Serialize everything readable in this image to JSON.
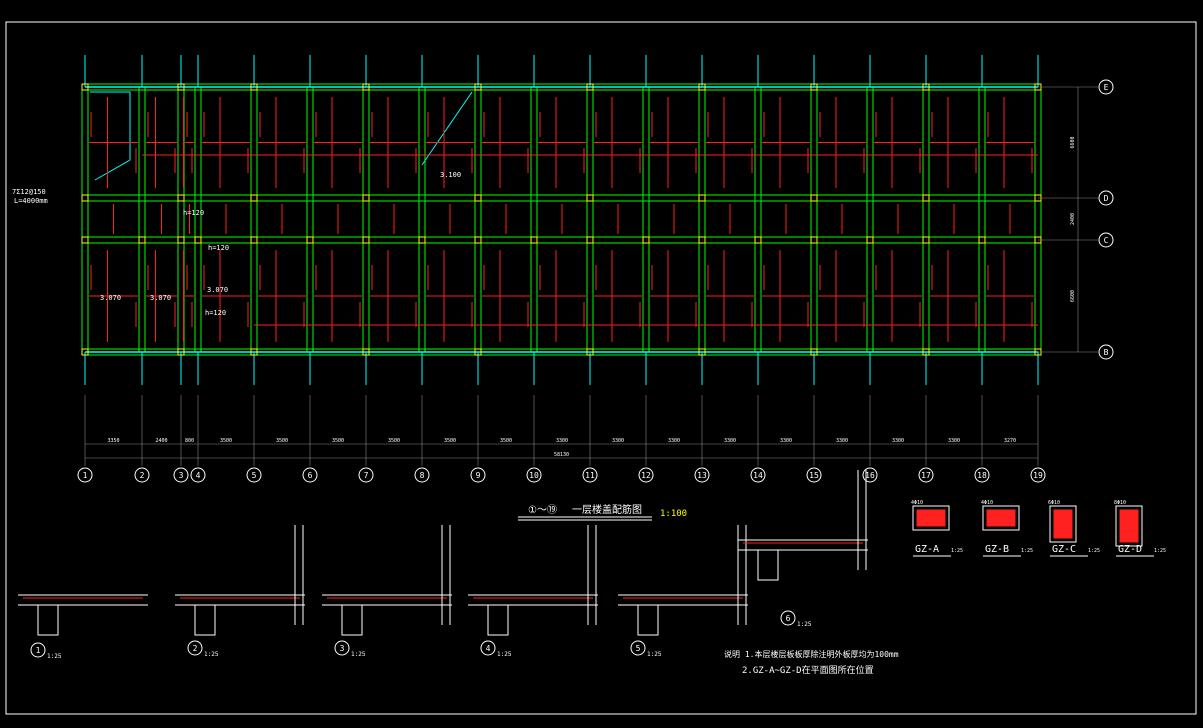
{
  "plan_title": "一层楼盖配筋图",
  "plan_title_scale": "1:100",
  "plan_title_range": "①～⑲",
  "axes_cols": [
    "1",
    "2",
    "3",
    "4",
    "5",
    "6",
    "7",
    "8",
    "9",
    "10",
    "11",
    "12",
    "13",
    "14",
    "15",
    "16",
    "17",
    "18",
    "19"
  ],
  "axes_rows": [
    "E",
    "D",
    "C",
    "B"
  ],
  "bay_dims": [
    "3350",
    "2400",
    "800",
    "3500",
    "3500",
    "3500",
    "3500",
    "3500",
    "3500",
    "3300",
    "3300",
    "3300",
    "3300",
    "3300",
    "3300",
    "3300",
    "3300",
    "3270"
  ],
  "total_dim": "58130",
  "row_dims": [
    "6600",
    "2400",
    "6600"
  ],
  "details": [
    {
      "num": "1",
      "scale": "1:25"
    },
    {
      "num": "2",
      "scale": "1:25"
    },
    {
      "num": "3",
      "scale": "1:25"
    },
    {
      "num": "4",
      "scale": "1:25"
    },
    {
      "num": "5",
      "scale": "1:25"
    },
    {
      "num": "6",
      "scale": "1:25"
    }
  ],
  "columns": [
    {
      "label": "GZ-A",
      "scale": "1:25",
      "bar": "4Φ10"
    },
    {
      "label": "GZ-B",
      "scale": "1:25",
      "bar": "4Φ10"
    },
    {
      "label": "GZ-C",
      "scale": "1:25",
      "bar": "6Φ10"
    },
    {
      "label": "GZ-D",
      "scale": "1:25",
      "bar": "8Φ10"
    }
  ],
  "notes": [
    "说明  1.本层楼层板板厚除注明外板厚均为100mm",
    "2.GZ-A~GZ-D在平面图所在位置"
  ],
  "plan_labels": {
    "h1": "h=120",
    "h2": "h=120",
    "h3": "h=120",
    "elev1": "3.070",
    "elev2": "3.070",
    "elev3": "3.100",
    "elev4": "3.070",
    "stair": "7Σ12@150",
    "stair_len": "L=4000mm"
  },
  "colors": {
    "bg": "#000000",
    "wall": "#00ff00",
    "beam": "#00ffff",
    "rebar": "#ff2020",
    "column": "#ffff00",
    "text": "#ffffff"
  }
}
